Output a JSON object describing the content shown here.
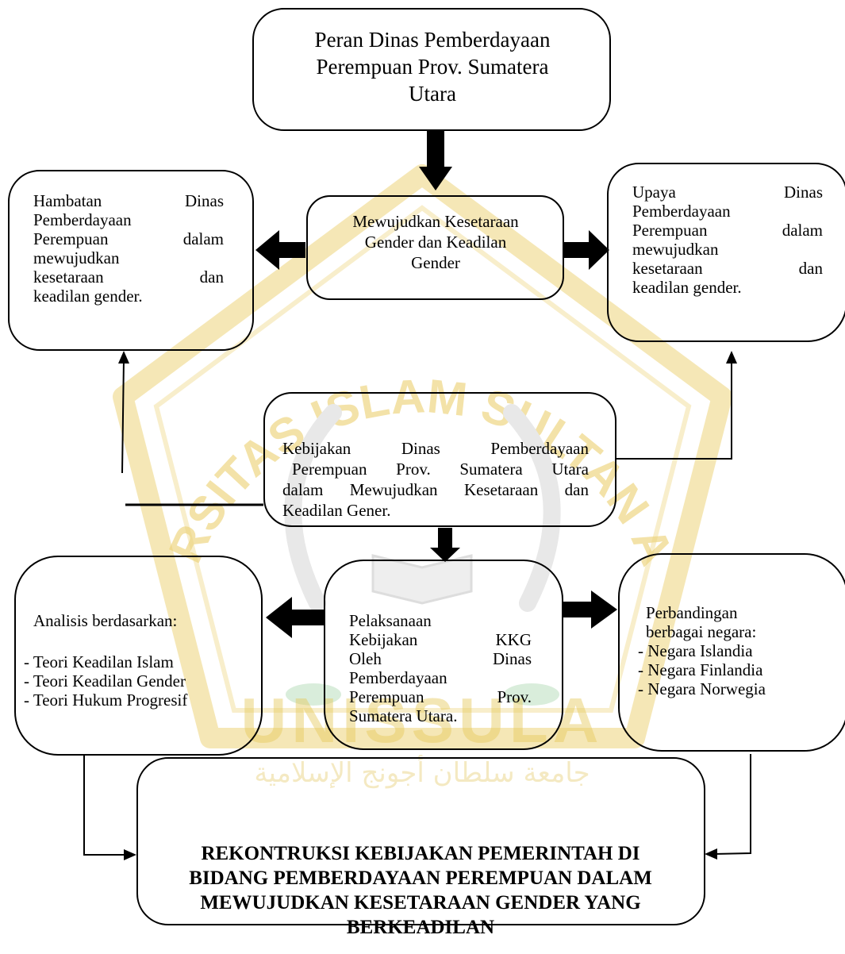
{
  "watermark": {
    "arc_text": "UNIVERSITAS ISLAM SULTAN AGUNG",
    "word": "UNISSULA",
    "arabic": "جامعة سلطان أجونج الإسلامية",
    "colors": {
      "gold": "#e9c23c",
      "green": "#2e8b3e"
    }
  },
  "nodes": {
    "top": {
      "lines": [
        "Peran Dinas Pemberdayaan",
        "Perempuan Prov. Sumatera",
        "Utara"
      ]
    },
    "center": {
      "lines": [
        "Mewujudkan Kesetaraan",
        "Gender dan Keadilan",
        "Gender"
      ]
    },
    "hambatan": {
      "lines": [
        "Hambatan Dinas",
        "Pemberdayaan",
        "Perempuan dalam",
        "mewujudkan",
        "kesetaraan dan",
        "keadilan gender."
      ]
    },
    "upaya": {
      "lines": [
        "Upaya Dinas",
        "Pemberdayaan",
        "Perempuan dalam",
        "mewujudkan",
        "kesetaraan dan",
        "keadilan gender."
      ]
    },
    "kebijakan": {
      "lines": [
        "Kebijakan Dinas Pemberdayaan",
        "Perempuan Prov. Sumatera Utara",
        "dalam Mewujudkan Kesetaraan dan",
        "Keadilan Gener."
      ]
    },
    "analisis": {
      "heading": "Analisis berdasarkan:",
      "items": [
        "- Teori Keadilan Islam",
        "- Teori Keadilan Gender",
        "- Teori Hukum Progresif"
      ]
    },
    "pelaksanaan": {
      "lines": [
        "Pelaksanaan",
        "Kebijakan KKG",
        "Oleh Dinas",
        "Pemberdayaan",
        "Perempuan Prov.",
        "Sumatera Utara."
      ]
    },
    "perbandingan": {
      "heading": [
        "Perbandingan",
        "berbagai negara:"
      ],
      "items": [
        "- Negara Islandia",
        "- Negara Finlandia",
        "- Negara Norwegia"
      ]
    },
    "result": {
      "lines": [
        "REKONTRUKSI KEBIJAKAN PEMERINTAH DI",
        "BIDANG PEMBERDAYAAN PEREMPUAN DALAM",
        "MEWUJUDKAN KESETARAAN GENDER YANG",
        "BERKEADILAN"
      ]
    }
  }
}
